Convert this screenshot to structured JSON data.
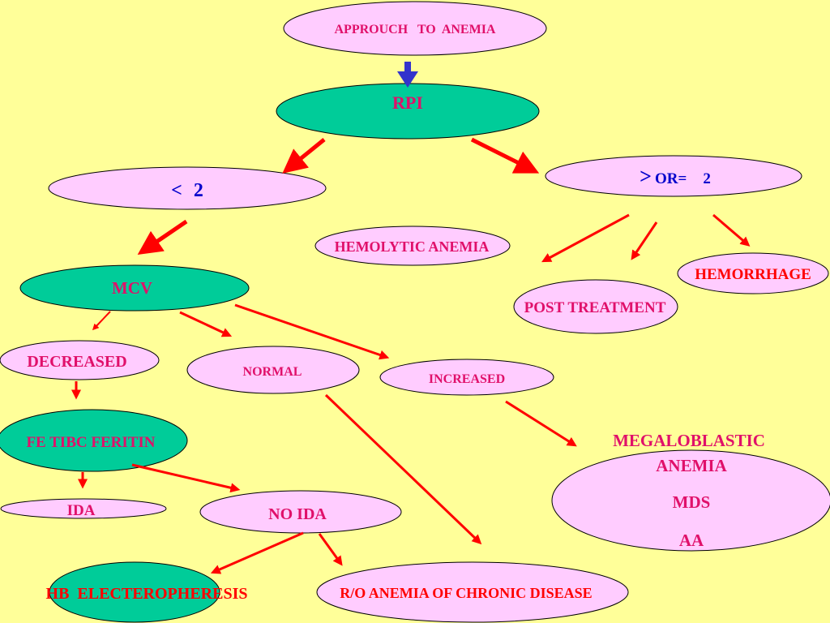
{
  "colors": {
    "background": "#FFFF99",
    "pink_node": "#FFCCFF",
    "green_node": "#00CC99",
    "text_magenta": "#E0106A",
    "text_red": "#FF0000",
    "text_blue": "#0000CC",
    "arrow_red": "#FF0000",
    "arrow_blue": "#3333CC"
  },
  "nodes": {
    "approach": {
      "label": "APPROUCH   TO  ANEMIA"
    },
    "rpi": {
      "label": "RPI"
    },
    "less_than": {
      "symbol": "<",
      "value": "2"
    },
    "greater_or_equal": {
      "symbol": ">",
      "label": "OR=",
      "value": "2"
    },
    "hemolytic": {
      "label": "HEMOLYTIC ANEMIA"
    },
    "hemorrhage": {
      "label": "HEMORRHAGE"
    },
    "post_treatment": {
      "label": "POST TREATMENT"
    },
    "mcv": {
      "label": "MCV"
    },
    "decreased": {
      "label": "DECREASED"
    },
    "normal": {
      "label": "NORMAL"
    },
    "increased": {
      "label": "INCREASED"
    },
    "fe_tibc": {
      "label": "FE TIBC FERITIN"
    },
    "ida": {
      "label": "IDA"
    },
    "no_ida": {
      "label": "NO IDA"
    },
    "megaloblastic": {
      "lines": [
        "MEGALOBLASTIC",
        "ANEMIA",
        "MDS",
        "AA"
      ]
    },
    "hb_electro": {
      "label": "HB  ELECTEROPHERESIS"
    },
    "chronic": {
      "label": "R/O ANEMIA OF CHRONIC DISEASE"
    }
  }
}
